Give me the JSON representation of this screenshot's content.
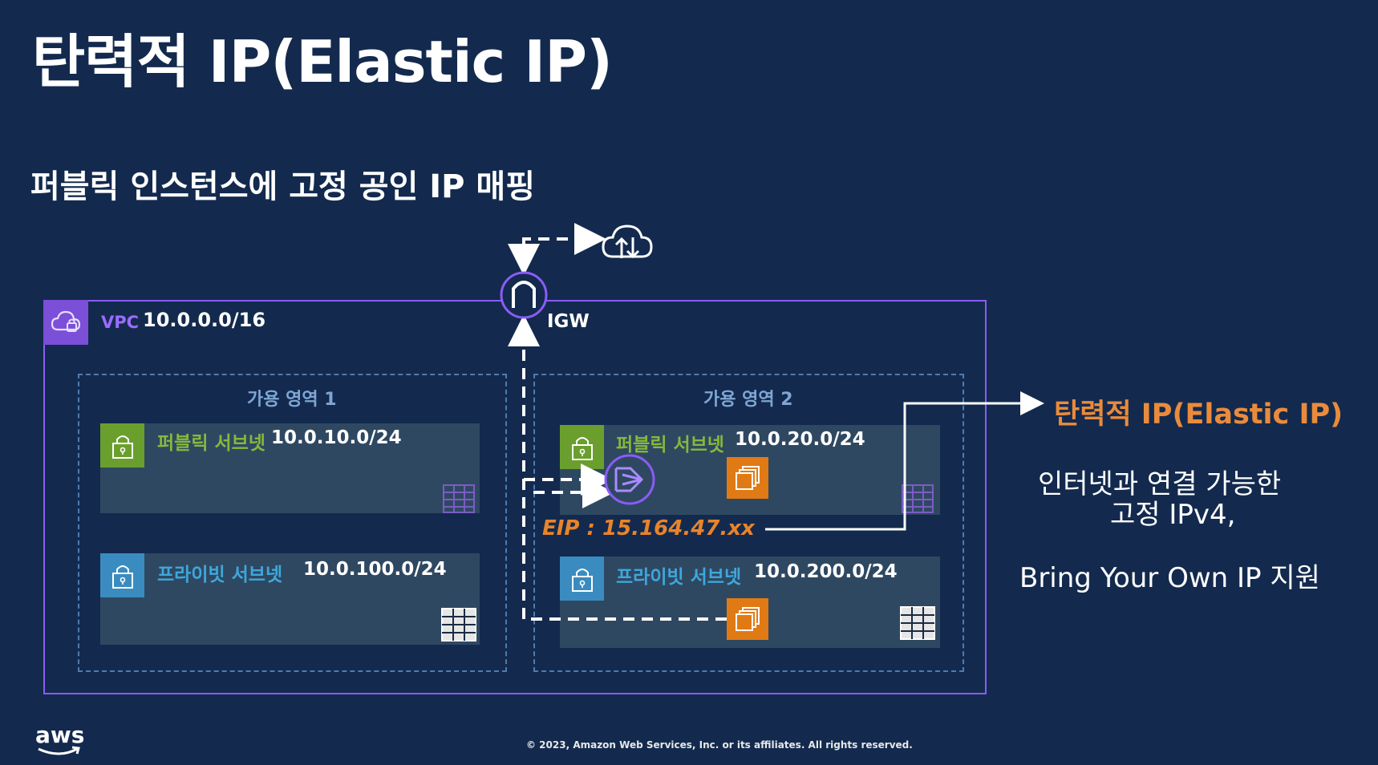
{
  "slide": {
    "title": "탄력적 IP(Elastic IP)",
    "subtitle": "퍼블릭 인스턴스에 고정 공인 IP 매핑"
  },
  "diagram": {
    "vpc": {
      "label": "VPC",
      "cidr": "10.0.0.0/16"
    },
    "igw": {
      "label": "IGW"
    },
    "az1": {
      "label": "가용 영역 1",
      "public_subnet": {
        "name": "퍼블릭 서브넷",
        "cidr": "10.0.10.0/24"
      },
      "private_subnet": {
        "name": "프라이빗 서브넷",
        "cidr": "10.0.100.0/24"
      }
    },
    "az2": {
      "label": "가용 영역 2",
      "public_subnet": {
        "name": "퍼블릭 서브넷",
        "cidr": "10.0.20.0/24"
      },
      "private_subnet": {
        "name": "프라이빗 서브넷",
        "cidr": "10.0.200.0/24"
      }
    },
    "eip": {
      "label": "EIP : 15.164.47.xx"
    }
  },
  "callout": {
    "title": "탄력적 IP(Elastic IP)",
    "line1": "인터넷과 연결 가능한",
    "line2": "고정 IPv4,",
    "line3": "Bring Your Own IP 지원"
  },
  "footer": {
    "logo_text": "aws",
    "copyright": "© 2023, Amazon Web Services, Inc. or its affiliates. All rights reserved."
  },
  "colors": {
    "background": "#132a4e",
    "vpc_border": "#8a5cf6",
    "public_subnet": "#6a9f2e",
    "private_subnet": "#3a8cc0",
    "ec2": "#e07a14",
    "eip_text": "#e8842a"
  },
  "icons": [
    "vpc-cloud-icon",
    "internet-cloud-icon",
    "igw-icon",
    "lock-icon",
    "nat-gateway-icon",
    "ec2-instance-icon",
    "route-table-icon"
  ]
}
